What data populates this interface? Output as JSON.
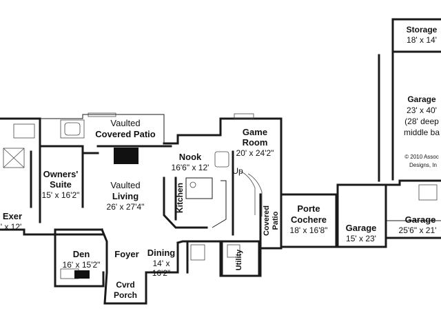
{
  "rooms": {
    "storage": {
      "name": "Storage",
      "dims": "18' x 14'"
    },
    "garage_tandem": {
      "name": "Garage",
      "dims": "23' x 40'",
      "note1": "(28' deep",
      "note2": "middle ba"
    },
    "copyright": {
      "line1": "© 2010 Assoc",
      "line2": "Designs, In"
    },
    "vaulted_covered_patio": {
      "line1": "Vaulted",
      "line2": "Covered Patio"
    },
    "game_room": {
      "line1": "Game",
      "line2": "Room",
      "dims": "20' x 24'2\""
    },
    "nook": {
      "name": "Nook",
      "dims": "16'6\" x 12'"
    },
    "up": {
      "label": "Up"
    },
    "owners_suite": {
      "line1": "Owners'",
      "line2": "Suite",
      "dims": "15' x 16'2\""
    },
    "vaulted_living": {
      "line1": "Vaulted",
      "line2": "Living",
      "dims": "26' x 27'4\""
    },
    "kitchen": {
      "name": "Kitchen"
    },
    "exer": {
      "name": "Exer",
      "dims": "' x 12'"
    },
    "covered_patio_side": {
      "line1": "Covered",
      "line2": "Patio"
    },
    "porte_cochere": {
      "line1": "Porte",
      "line2": "Cochere",
      "dims": "18' x 16'8\""
    },
    "garage_small": {
      "name": "Garage",
      "dims": "15' x 23'"
    },
    "garage_large": {
      "name": "Garage",
      "dims": "25'6\" x 21'"
    },
    "den": {
      "name": "Den",
      "dims": "16' x 15'2\""
    },
    "foyer": {
      "name": "Foyer"
    },
    "dining": {
      "name": "Dining",
      "dims1": "14' x",
      "dims2": "16'2\""
    },
    "utility": {
      "name": "Utility"
    },
    "cvrd_porch": {
      "line1": "Cvrd",
      "line2": "Porch"
    }
  }
}
